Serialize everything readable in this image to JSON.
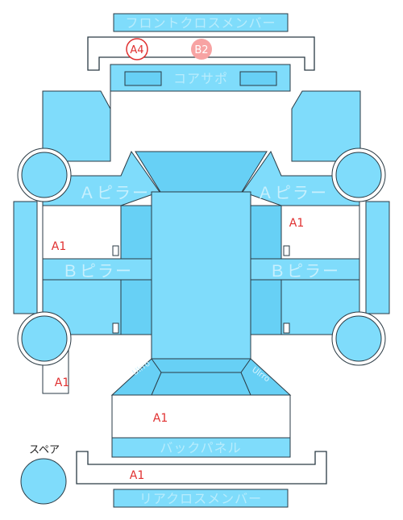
{
  "parts": {
    "front_cross_member": "フロントクロスメンバー",
    "core_support": "コアサポ",
    "a_pillar_left": "Ａピラー",
    "a_pillar_right": "Ａピラー",
    "b_pillar_left": "Ｂピラー",
    "b_pillar_right": "Ｂピラー",
    "back_panel": "バックパネル",
    "rear_cross_member": "リアクロスメンバー",
    "spare": "スペア"
  },
  "damage_marks": {
    "front_badge_a4": "A4",
    "front_badge_b2": "B2",
    "right_front_floor": "A1",
    "left_front_floor": "A1",
    "left_rear_floor": "A1",
    "trunk_floor": "A1",
    "rear_cross_member": "A1"
  },
  "colors": {
    "panel_fill": "#7fdcfb",
    "panel_fill_dark": "#67d0f5",
    "stroke": "#2a3a44",
    "damage_red": "#e03030",
    "badge_b_fill": "#f7a3a3"
  }
}
